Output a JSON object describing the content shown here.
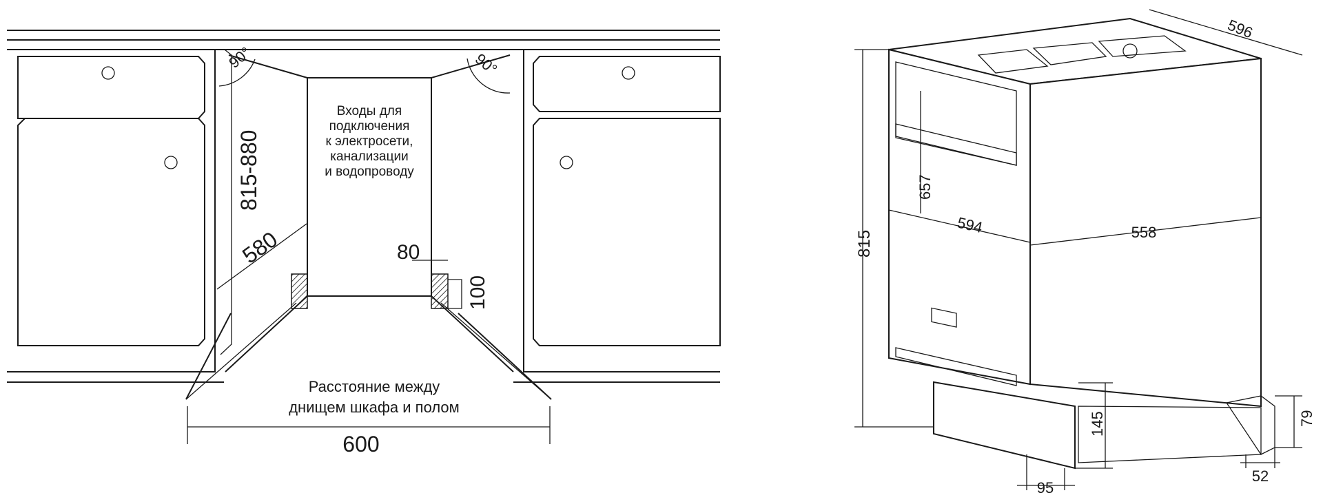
{
  "cabinet_niche": {
    "angle_left": "90°",
    "angle_right": "90°",
    "height_range": "815-880",
    "depth": "580",
    "inlet_note": [
      "Входы для",
      "подключения",
      "к электросети,",
      "канализации",
      "и водопроводу"
    ],
    "notch_width": "80",
    "notch_height": "100",
    "floor_note": [
      "Расстояние между",
      "днищем шкафа и полом"
    ],
    "width": "600"
  },
  "dishwasher": {
    "total_height": "815",
    "depth": "596",
    "front_width": "594",
    "side_depth": "558",
    "door_height": "657",
    "leg_height": "145",
    "leg_offset": "95",
    "rear_step_height": "79",
    "rear_step_depth": "52"
  }
}
